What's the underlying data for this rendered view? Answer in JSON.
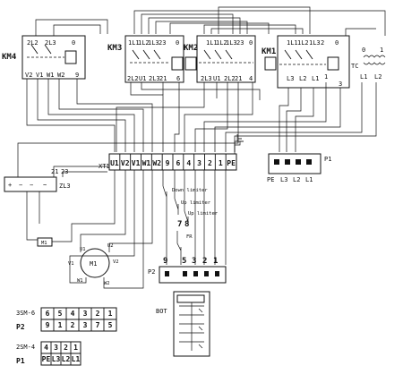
{
  "relays": {
    "km4": {
      "name": "KM4",
      "top": [
        "2L2",
        "2L3",
        "0"
      ],
      "bottom": [
        "V2",
        "V1",
        "W1",
        "W2",
        "9"
      ]
    },
    "km3": {
      "name": "KM3",
      "top": [
        "1L1",
        "1L2",
        "1L3",
        "23",
        "0"
      ],
      "bottom": [
        "2L2",
        "U1",
        "2L3",
        "21",
        "6"
      ]
    },
    "km2": {
      "name": "KM2",
      "top": [
        "1L1",
        "1L2",
        "1L3",
        "23",
        "0"
      ],
      "bottom": [
        "2L3",
        "U1",
        "2L2",
        "21",
        "4"
      ]
    },
    "km1": {
      "name": "KM1",
      "top": [
        "1L1",
        "1L2",
        "1L3",
        "2",
        "0"
      ],
      "bottom": [
        "L3",
        "L2",
        "L1",
        "1",
        "3"
      ]
    }
  },
  "transformer": {
    "name": "TC",
    "top": [
      "0",
      "1"
    ],
    "bottom": [
      "L1",
      "L2"
    ]
  },
  "xt1": {
    "name": "XT1",
    "cells": [
      "U1",
      "V2",
      "V1",
      "W1",
      "W2",
      "9",
      "6",
      "4",
      "3",
      "2",
      "1",
      "PE"
    ]
  },
  "p1": {
    "name": "P1",
    "labels": [
      "PE",
      "L3",
      "L2",
      "L1"
    ]
  },
  "p2": {
    "name": "P2",
    "labels": [
      "9",
      "5",
      "3",
      "2",
      "1"
    ]
  },
  "zl3": {
    "name": "ZL3",
    "pins": [
      "21",
      "23"
    ]
  },
  "motor": {
    "name": "M1",
    "labels": [
      "U1",
      "V1",
      "W1",
      "U2",
      "V2",
      "W2",
      "M1"
    ]
  },
  "limit_switches": [
    "Down limiter",
    "Up limiter",
    "Up limiter"
  ],
  "switch_pins": [
    "7",
    "8"
  ],
  "fr_label": "FR",
  "bot_label": "BOT",
  "table1": {
    "model": "3SM-6",
    "row1": [
      "6",
      "5",
      "4",
      "3",
      "2",
      "1"
    ],
    "row2_label": "P2",
    "row2": [
      "9",
      "1",
      "2",
      "3",
      "7",
      "5"
    ]
  },
  "table2": {
    "model": "2SM-4",
    "row1": [
      "4",
      "3",
      "2",
      "1"
    ],
    "row2_label": "P1",
    "row2": [
      "PE",
      "L3",
      "L2",
      "L1"
    ]
  }
}
